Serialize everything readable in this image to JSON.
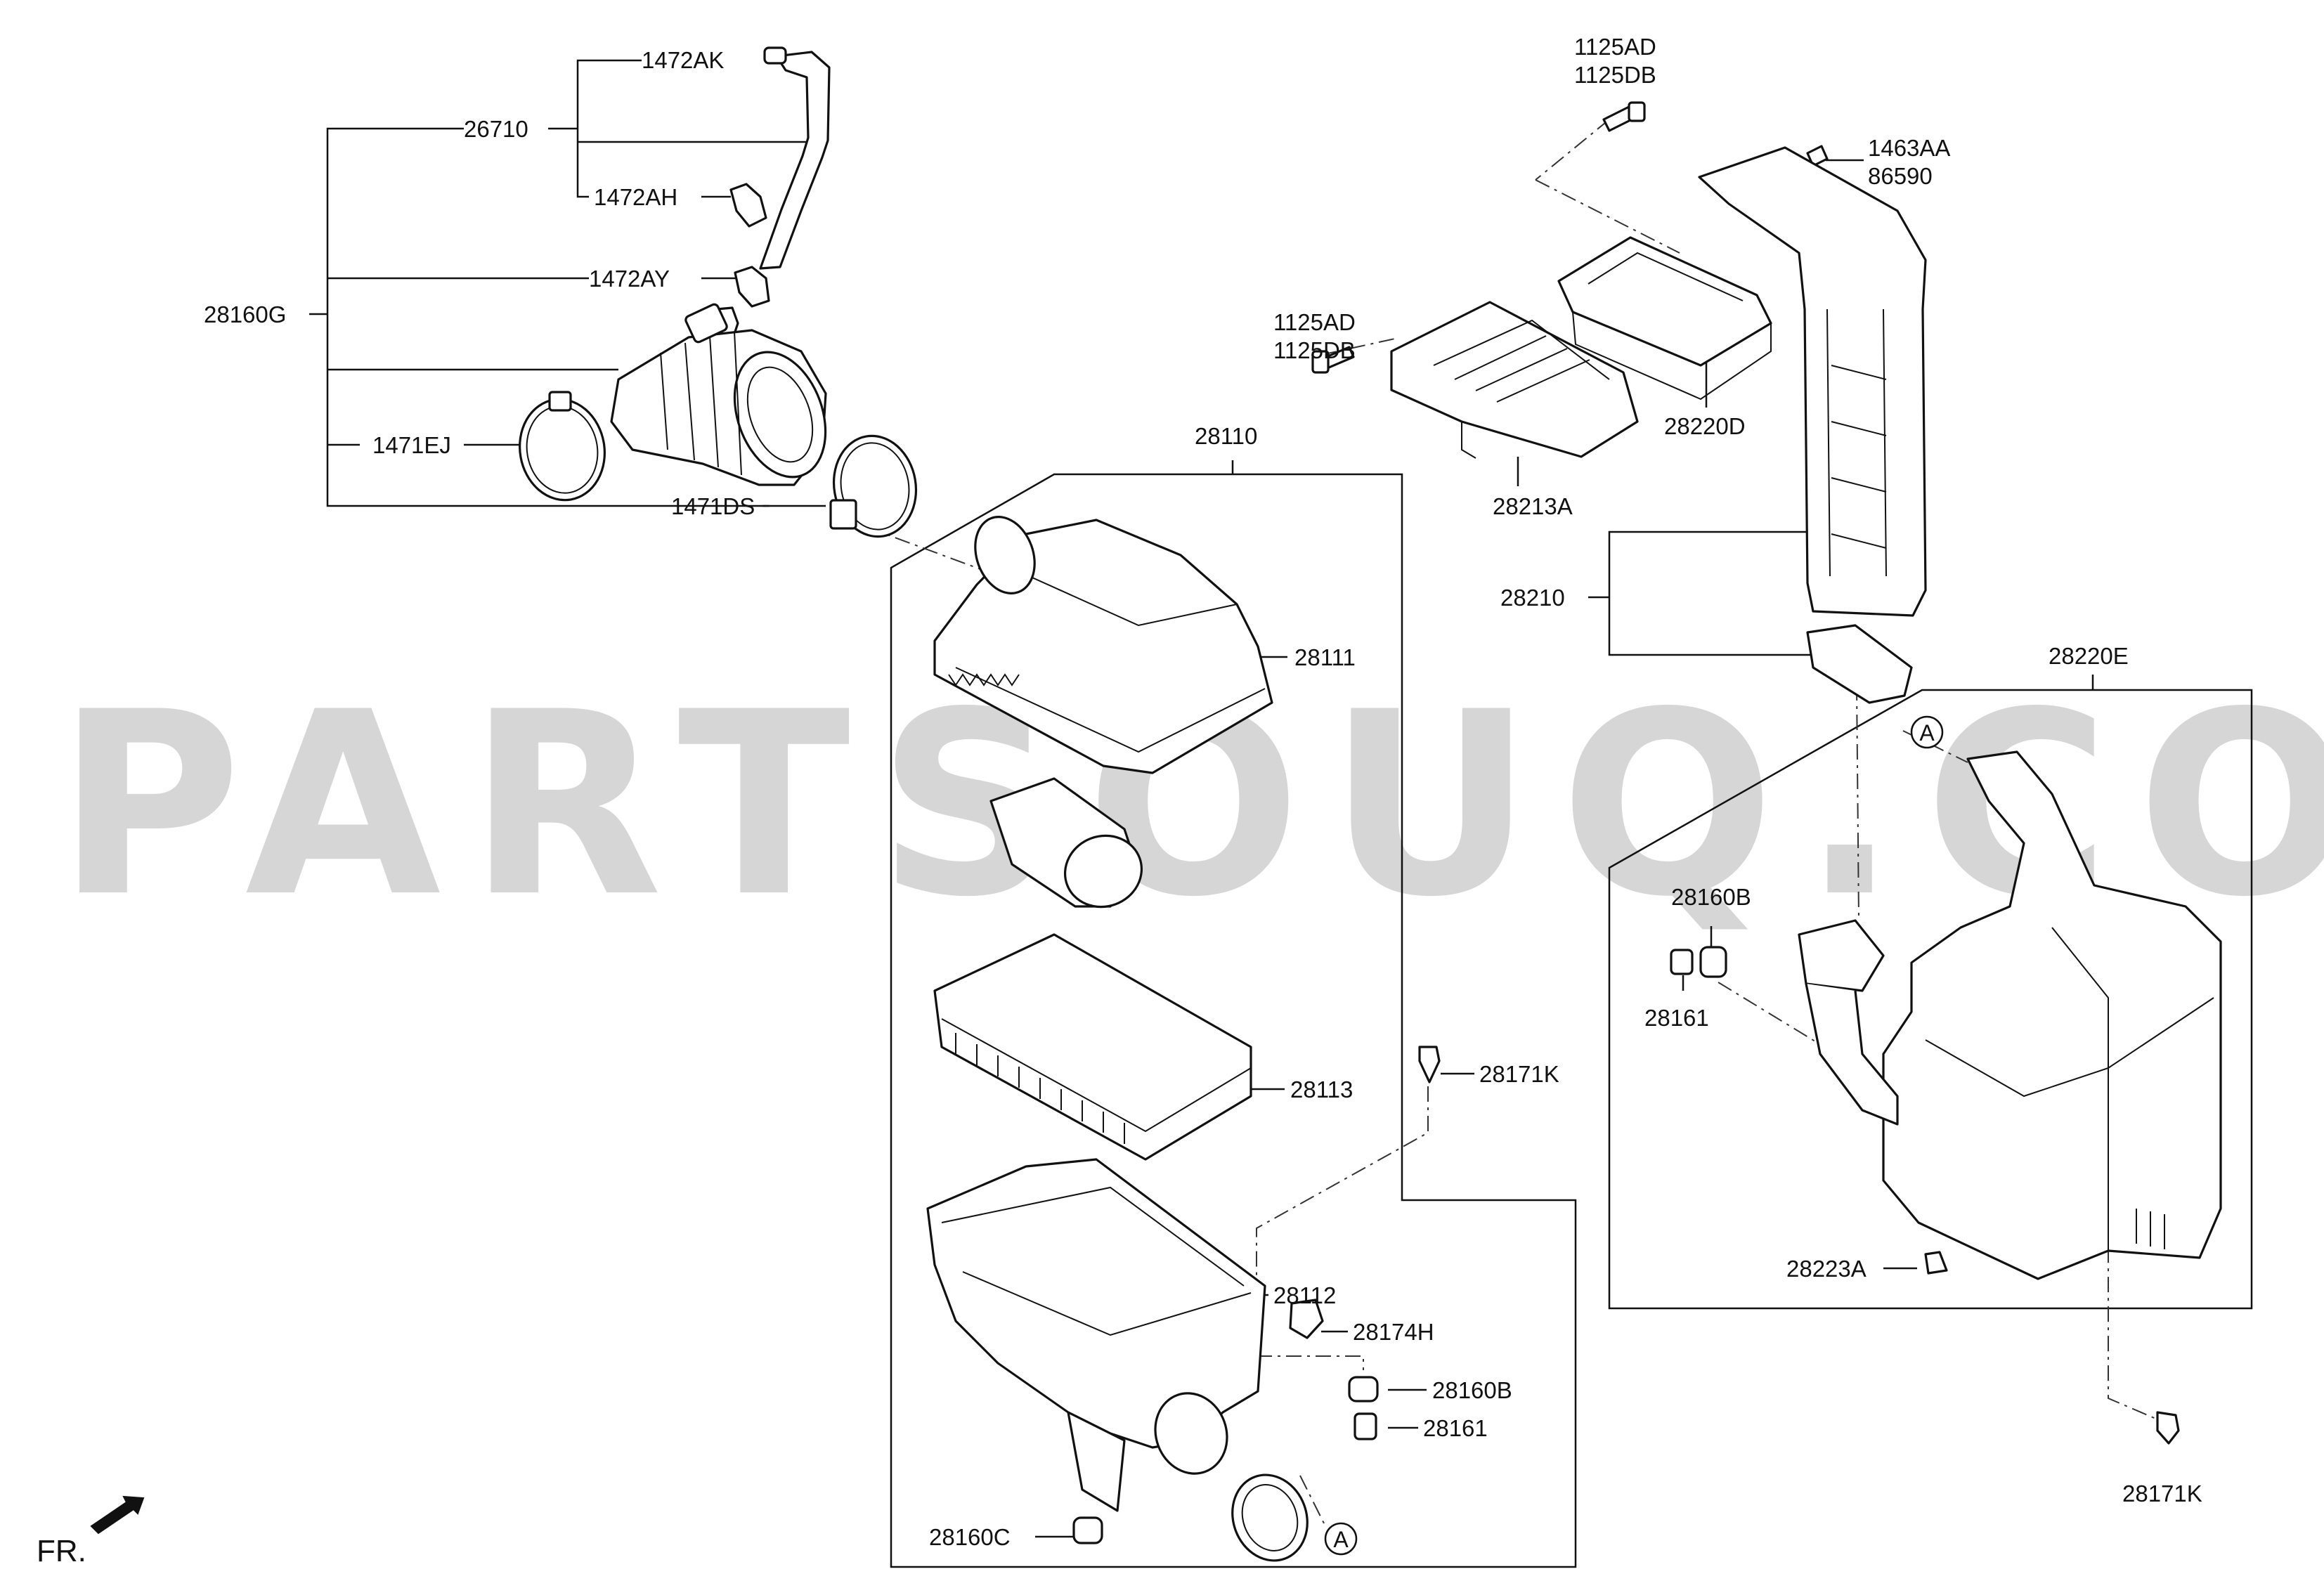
{
  "watermark": "PARTSOUQ.COM",
  "direction_label": "FR.",
  "ref_marker": "A",
  "labels": {
    "p1472AK": "1472AK",
    "p26710": "26710",
    "p1472AH": "1472AH",
    "p1472AY": "1472AY",
    "p28160G": "28160G",
    "p1471EJ": "1471EJ",
    "p1471DS": "1471DS",
    "p1125AD_top": "1125AD",
    "p1125DB_top": "1125DB",
    "p1463AA": "1463AA",
    "p86590": "86590",
    "p1125AD_mid": "1125AD",
    "p1125DB_mid": "1125DB",
    "p28220D": "28220D",
    "p28213A": "28213A",
    "p28110": "28110",
    "p28111": "28111",
    "p28210": "28210",
    "p28220E": "28220E",
    "p28160B_right": "28160B",
    "p28161_right": "28161",
    "p28113": "28113",
    "p28171K_mid": "28171K",
    "p28112": "28112",
    "p28174H": "28174H",
    "p28160B_low": "28160B",
    "p28161_low": "28161",
    "p28223A": "28223A",
    "p28171K_right": "28171K",
    "p28160C": "28160C"
  }
}
